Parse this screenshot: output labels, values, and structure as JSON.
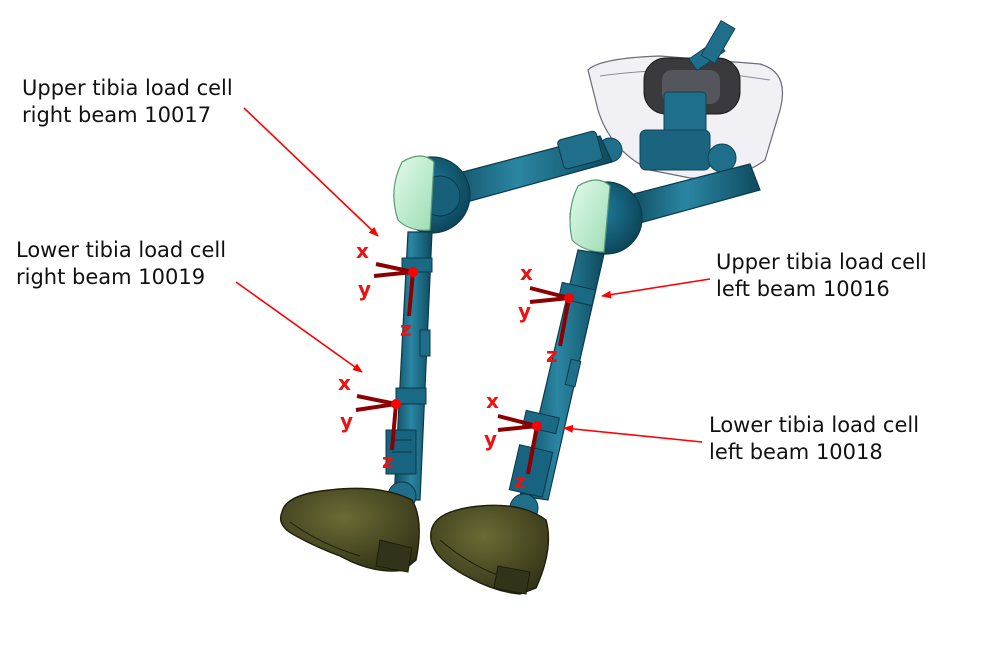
{
  "colors": {
    "dummy_teal": "#1f6f8a",
    "dummy_dark": "#0f4558",
    "knee_pad": "#b9f0cf",
    "shoe": "#4a4a24",
    "pelvis_shell": "#eeeef2",
    "arrow_red": "#ff0000",
    "axis_red": "#ee1111",
    "axis_dark_red": "#8b0000"
  },
  "callouts": {
    "upper_right": {
      "line1": "Upper tibia load cell",
      "line2": "right beam 10017"
    },
    "lower_right": {
      "line1": "Lower tibia load cell",
      "line2": "right beam 10019"
    },
    "upper_left": {
      "line1": "Upper tibia load cell",
      "line2": "left beam 10016"
    },
    "lower_left": {
      "line1": "Lower tibia load cell",
      "line2": "left beam 10018"
    }
  },
  "axes": {
    "x": "x",
    "y": "y",
    "z": "z"
  }
}
